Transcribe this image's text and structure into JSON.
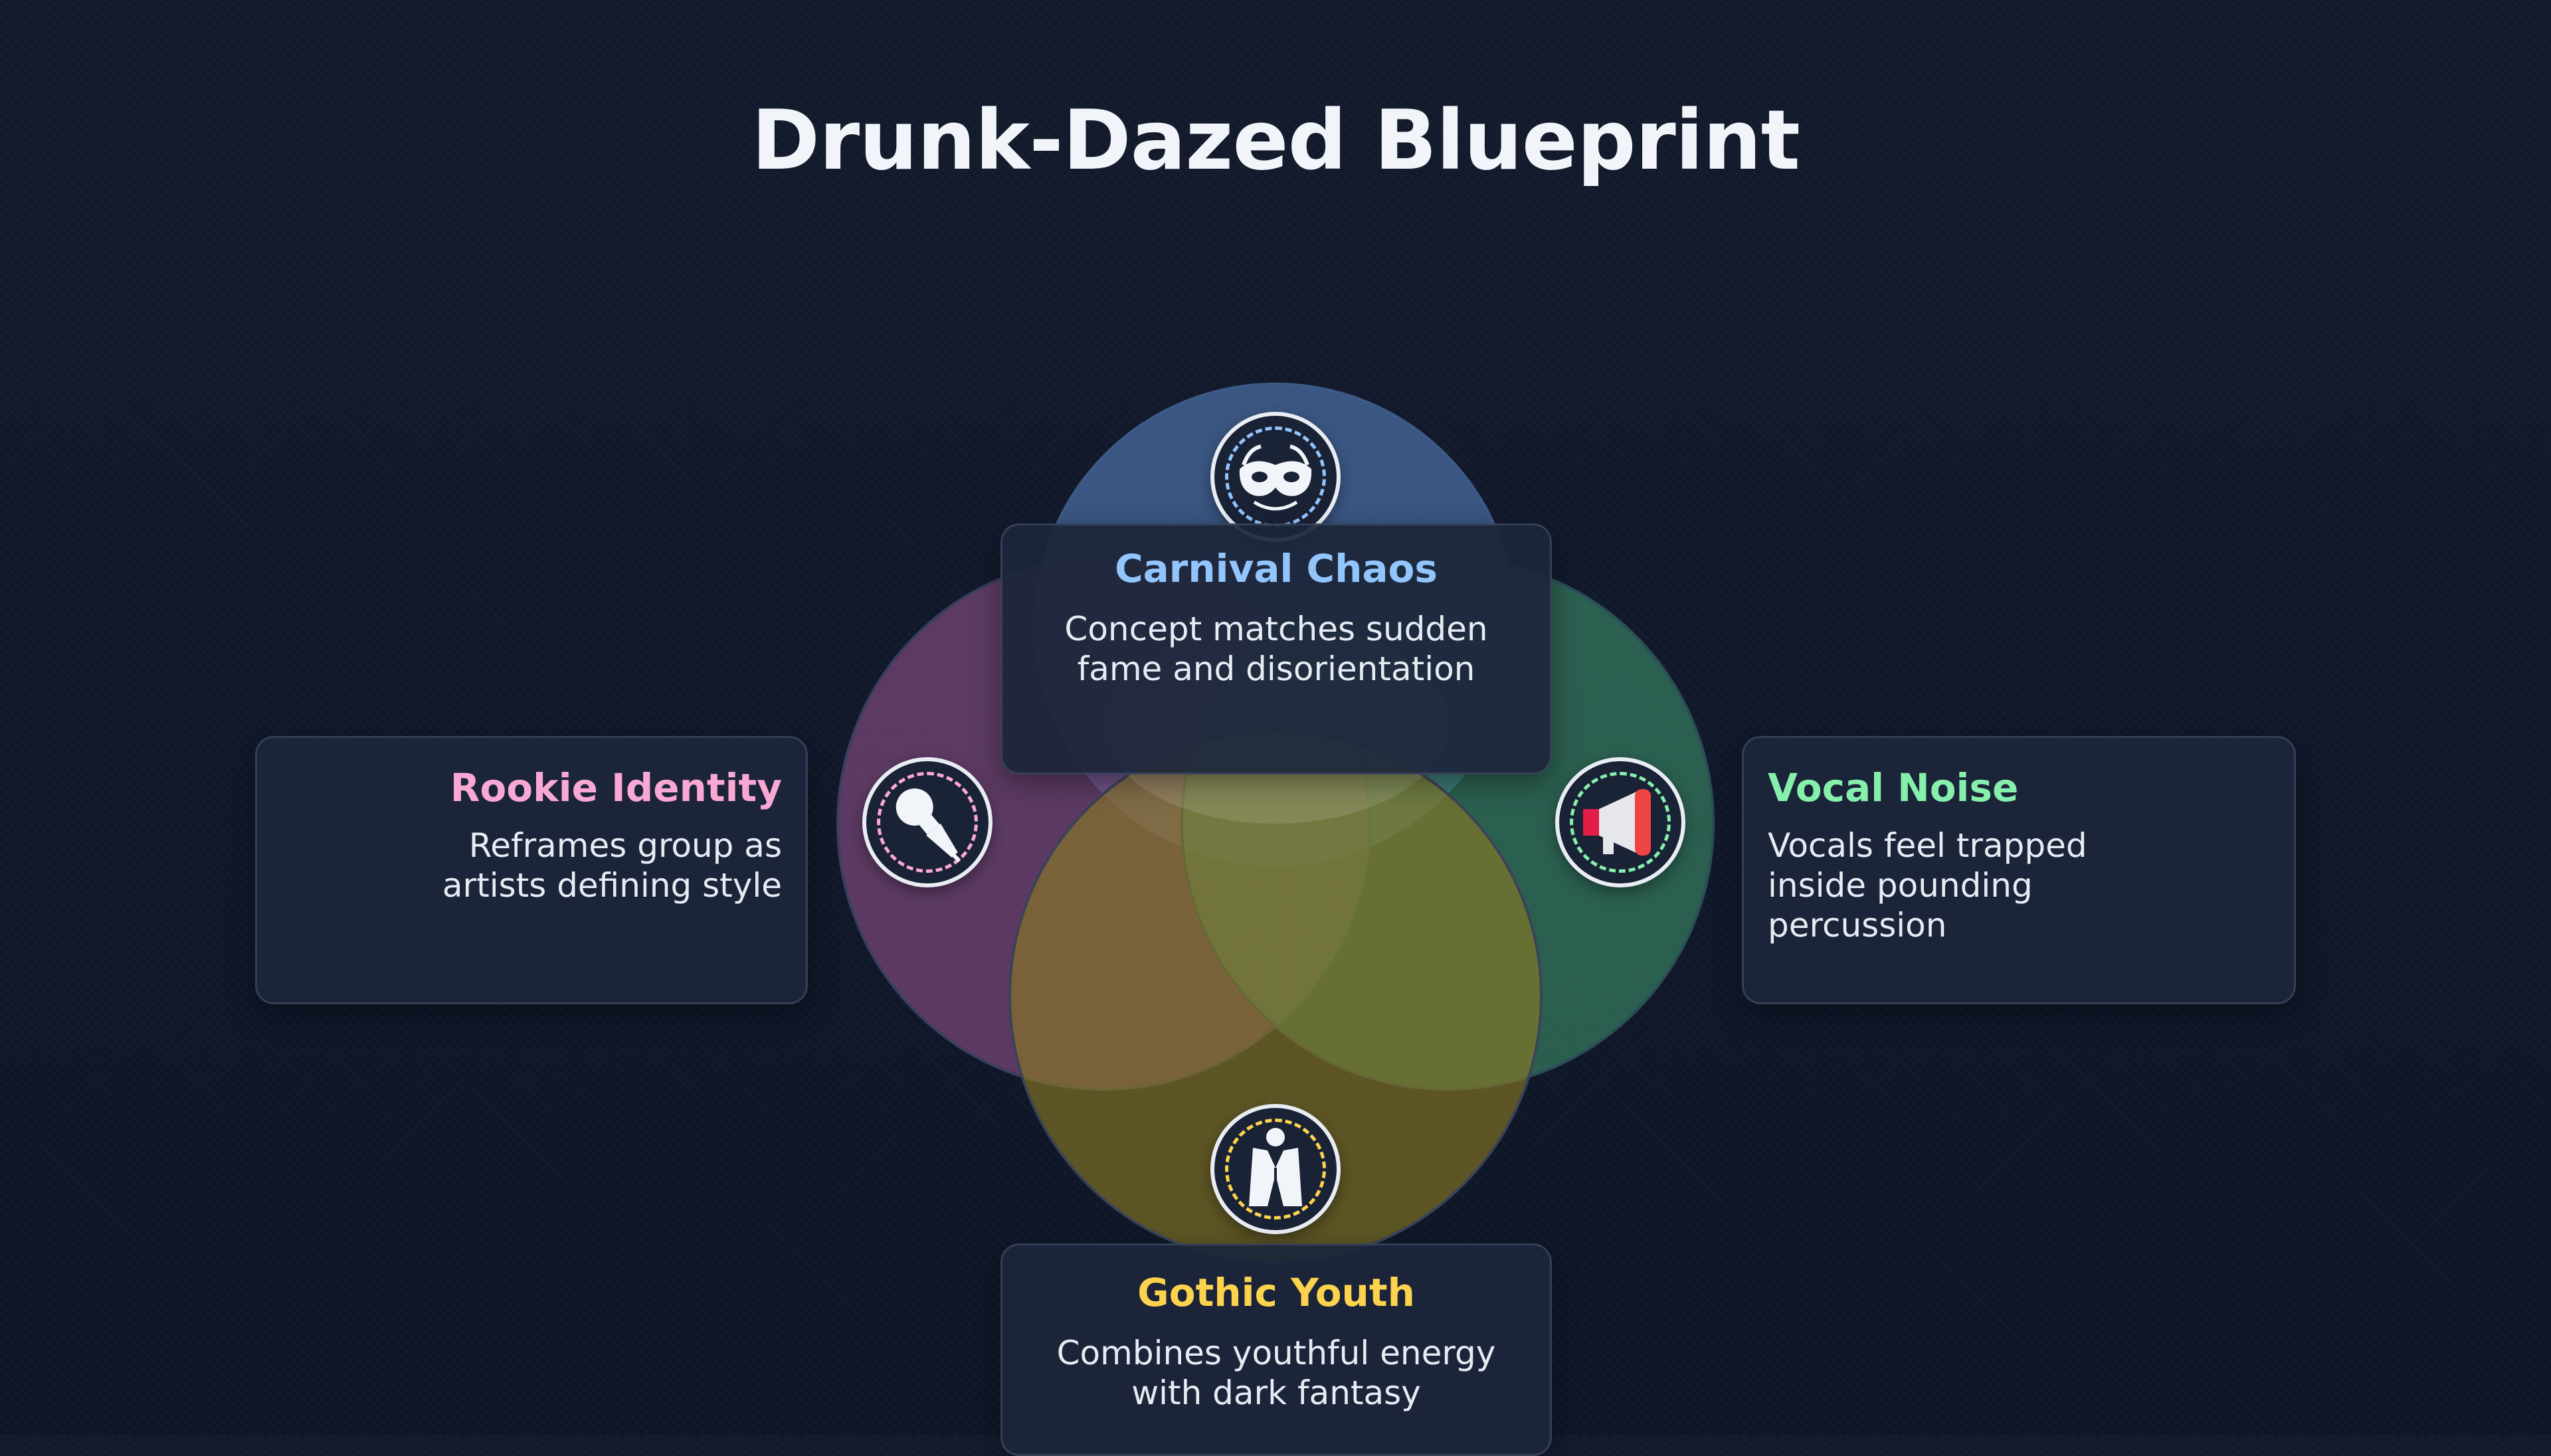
{
  "title": "Drunk-Dazed Blueprint",
  "sets": [
    {
      "id": "carnival",
      "title": "Carnival Chaos",
      "text": "Concept matches sudden fame and disorientation",
      "color": "#93c5fd",
      "fill": "#4b6ea3",
      "icon": "carnival-mask-icon"
    },
    {
      "id": "rookie",
      "title": "Rookie Identity",
      "text": "Reframes group as artists defining style",
      "color": "#f9a8d4",
      "fill": "#8a4f86",
      "icon": "microphone-icon"
    },
    {
      "id": "vocal",
      "title": "Vocal Noise",
      "text": "Vocals feel trapped inside pounding percussion",
      "color": "#86efac",
      "fill": "#3b8a68",
      "icon": "megaphone-icon"
    },
    {
      "id": "gothic",
      "title": "Gothic Youth",
      "text": "Combines youthful energy with dark fantasy",
      "color": "#fcd34d",
      "fill": "#8d7a22",
      "icon": "gothic-suit-icon"
    }
  ]
}
